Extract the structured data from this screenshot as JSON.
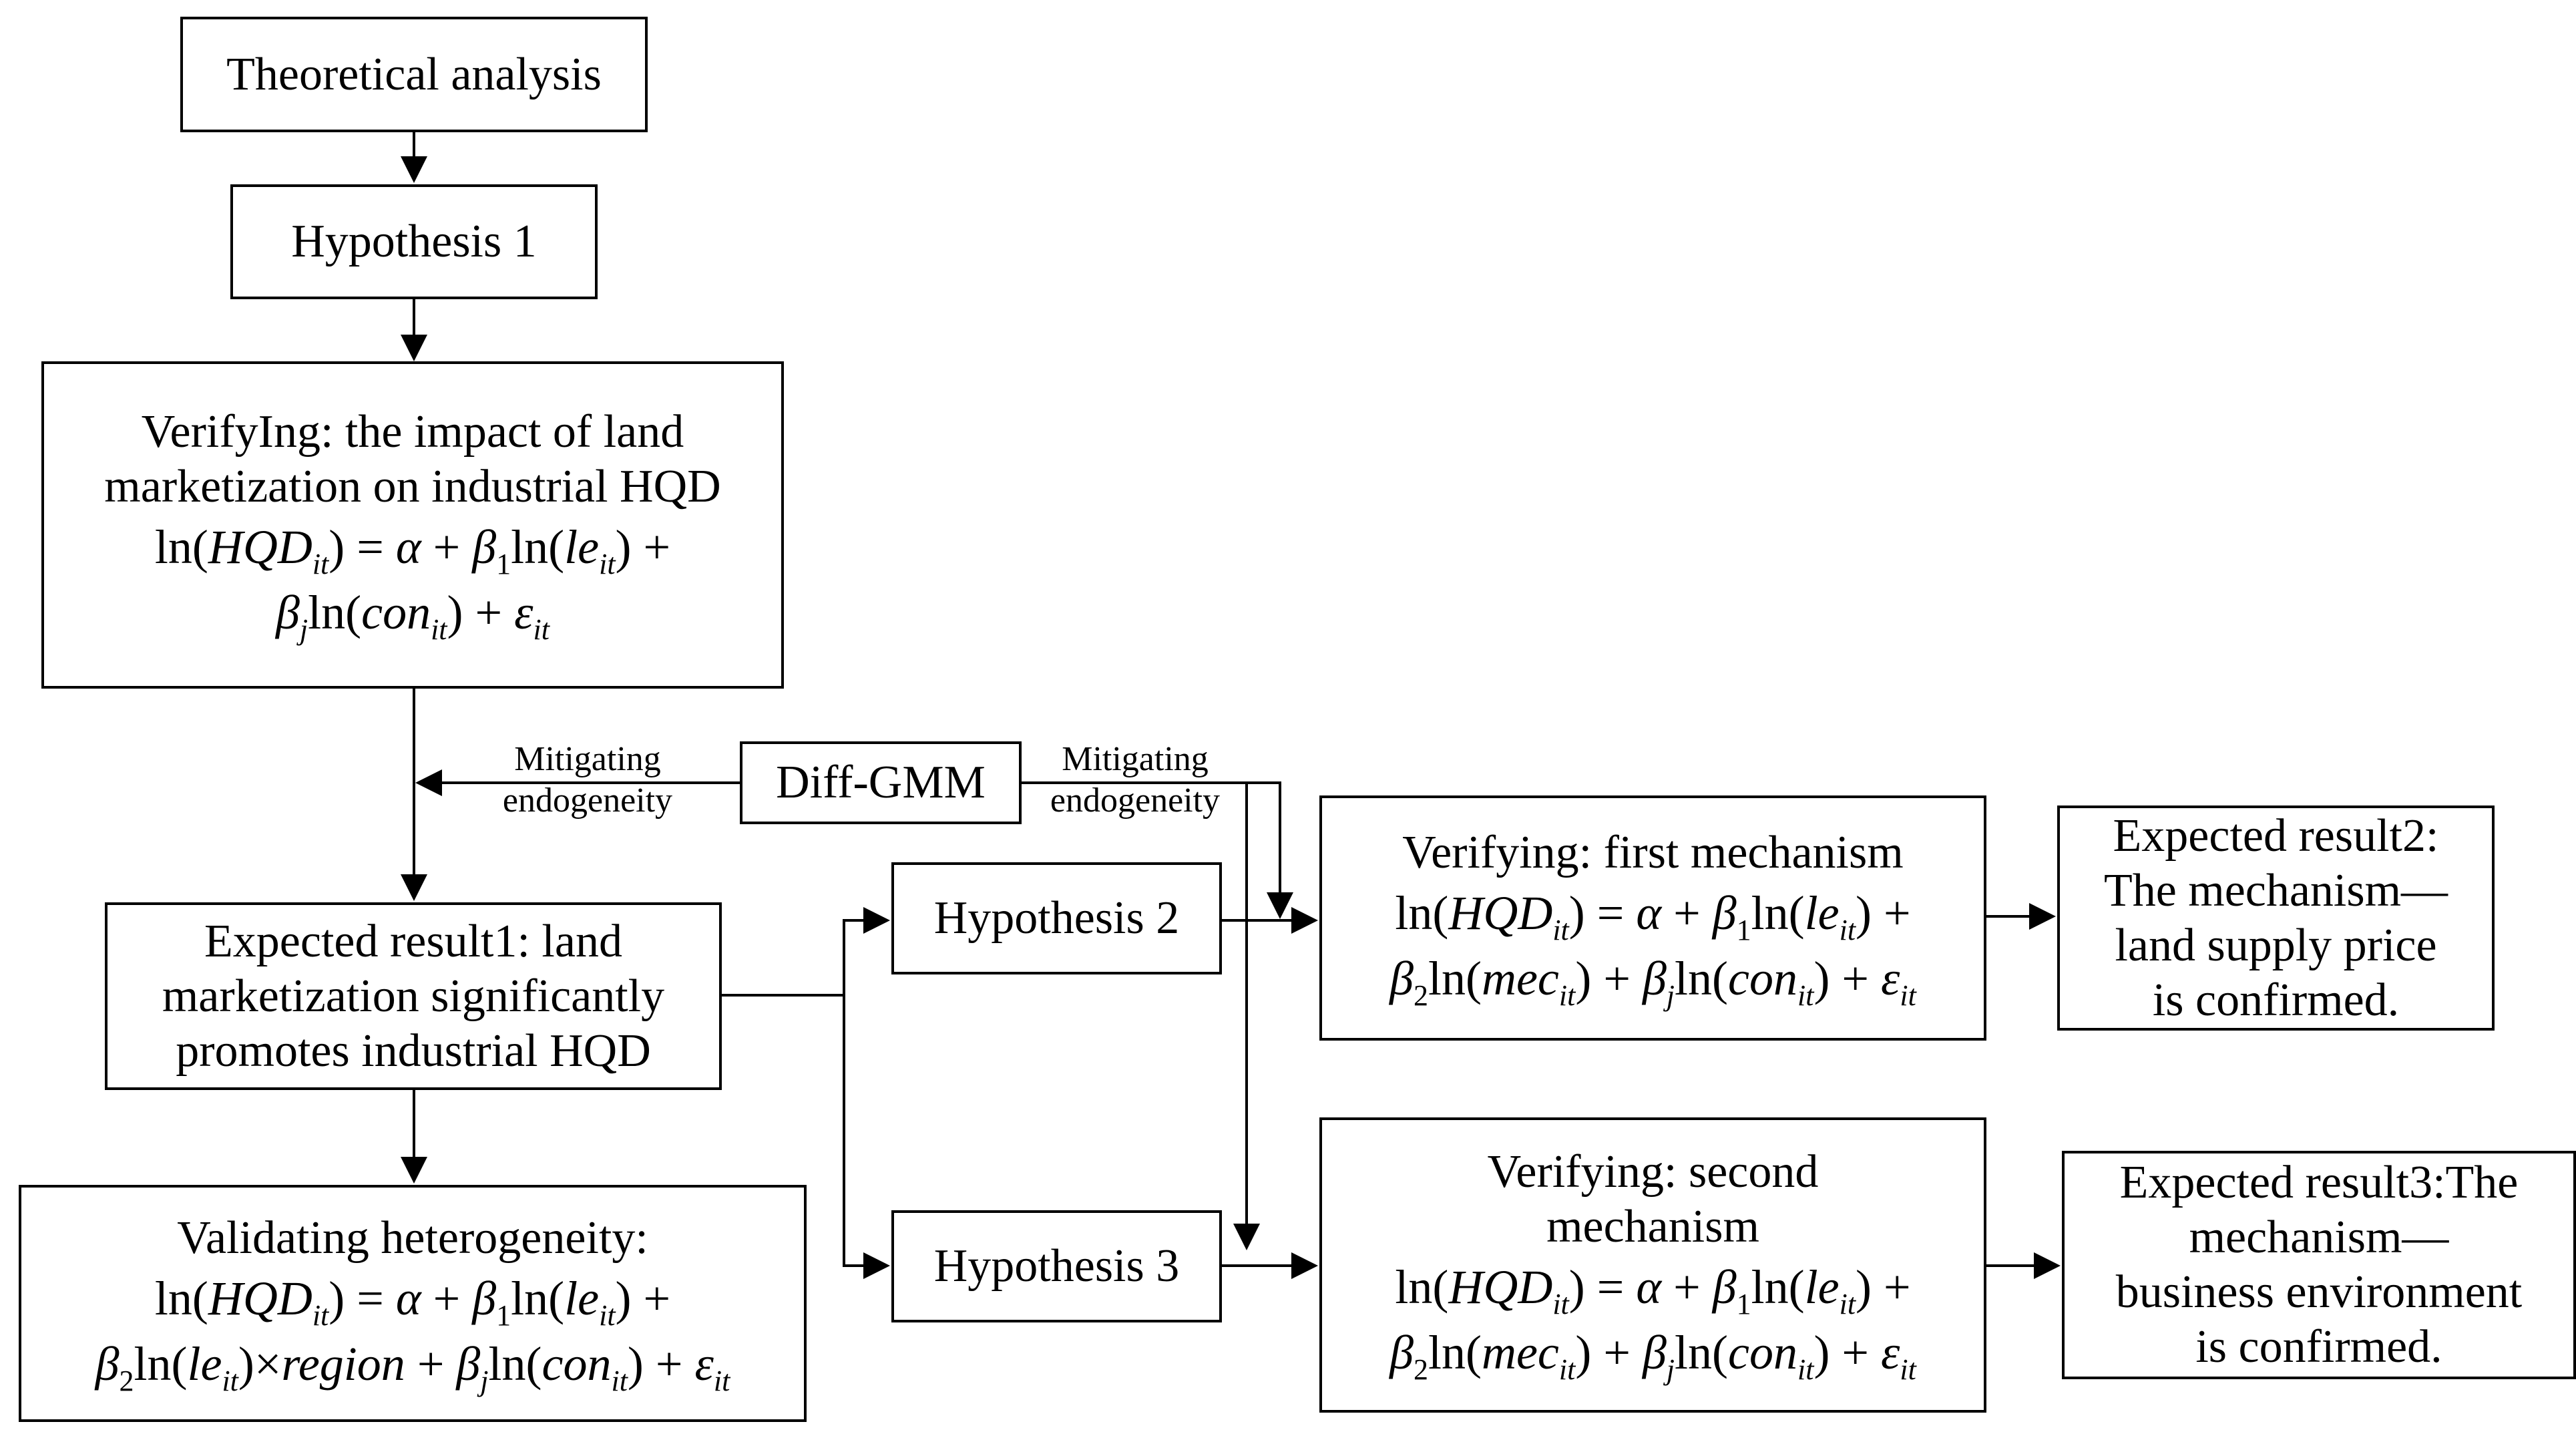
{
  "nodes": {
    "theory": {
      "text": "Theoretical analysis"
    },
    "h1": {
      "text": "Hypothesis 1"
    },
    "verify_main": {
      "title_lines": [
        "VerifyIng: the impact of land",
        "marketization on industrial HQD"
      ],
      "equation_lines": [
        "ln(HQD_it) = α + β_1 ln(le_it) +",
        "β_j ln(con_it) + ε_it"
      ]
    },
    "diffgmm": {
      "text": "Diff-GMM"
    },
    "result1": {
      "lines": [
        "Expected result1: land",
        "marketization significantly",
        "promotes industrial HQD"
      ]
    },
    "heterogeneity": {
      "title_lines": [
        "Validating heterogeneity:"
      ],
      "equation_lines": [
        "ln(HQD_it) = α + β_1 ln(le_it) +",
        "β_2 ln(le_it)×region + β_j ln(con_it) + ε_it"
      ]
    },
    "h2": {
      "text": "Hypothesis 2"
    },
    "h3": {
      "text": "Hypothesis 3"
    },
    "mech1": {
      "title_lines": [
        "Verifying: first mechanism"
      ],
      "equation_lines": [
        "ln(HQD_it) = α + β_1 ln(le_it) +",
        "β_2 ln(mec_it) + β_j ln(con_it) + ε_it"
      ]
    },
    "mech2": {
      "title_lines": [
        "Verifying: second",
        "mechanism"
      ],
      "equation_lines": [
        "ln(HQD_it) = α + β_1 ln(le_it) +",
        "β_2 ln(mec_it) + β_j ln(con_it) + ε_it"
      ]
    },
    "result2": {
      "lines": [
        "Expected result2:",
        "The mechanism—",
        "land supply price",
        "is confirmed."
      ]
    },
    "result3": {
      "lines": [
        "Expected result3:The",
        "mechanism—",
        "business environment",
        "is confirmed."
      ]
    }
  },
  "edge_labels": {
    "left": [
      "Mitigating",
      "endogeneity"
    ],
    "right": [
      "Mitigating",
      "endogeneity"
    ]
  }
}
